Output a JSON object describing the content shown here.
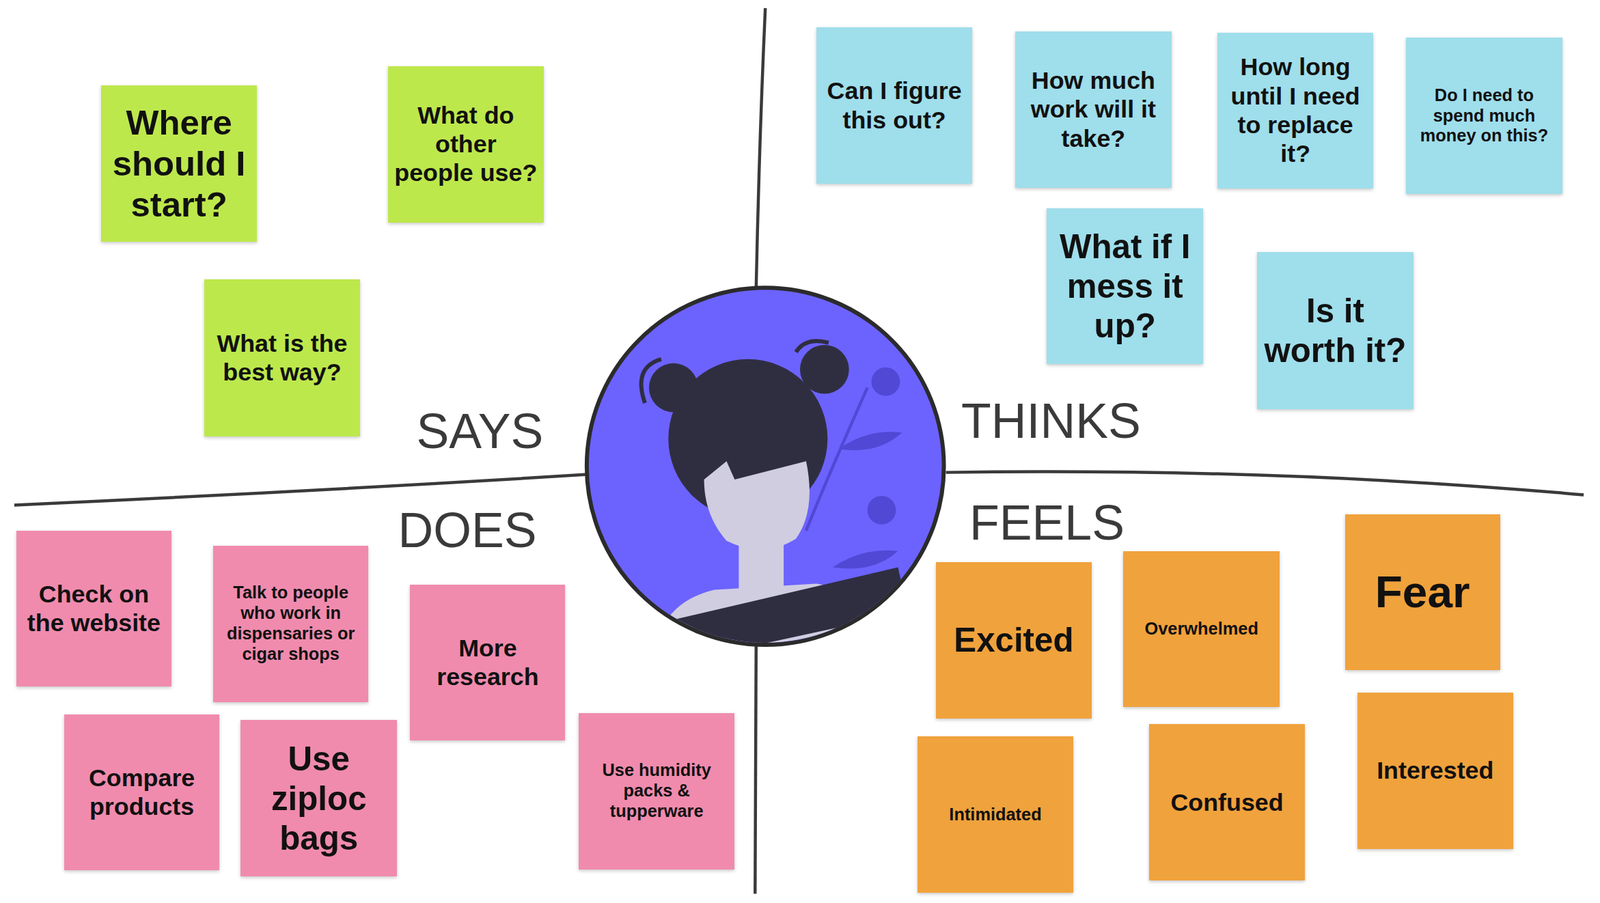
{
  "diagram": {
    "nodes": [
      {
        "text": [
          "Where should I start?"
        ]
      },
      {
        "text": [
          "What do other people use?"
        ]
      },
      {
        "text": [
          "What is the best way?"
        ]
      },
      {
        "text": [
          "Can I figure this out?"
        ]
      },
      {
        "text": [
          "How much work will it take?"
        ]
      },
      {
        "text": [
          "How long until I need to replace it?"
        ]
      },
      {
        "text": [
          "Do I need to spend much money on this?"
        ]
      },
      {
        "text": [
          "What if I mess it up?"
        ]
      },
      {
        "text": [
          "Is it worth it?"
        ]
      },
      {
        "text": [
          "Check on the website"
        ]
      },
      {
        "text": [
          "Talk to people who work in dispensaries or cigar shops"
        ]
      },
      {
        "text": [
          "More research"
        ]
      },
      {
        "text": [
          "Compare products"
        ]
      },
      {
        "text": [
          "Use ziploc bags"
        ]
      },
      {
        "text": [
          "Use humidity packs & tupperware"
        ]
      },
      {
        "text": [
          "Excited"
        ]
      },
      {
        "text": [
          "Overwhelmed"
        ]
      },
      {
        "text": [
          "Fear"
        ]
      },
      {
        "text": [
          "Intimidated"
        ]
      },
      {
        "text": [
          "Confused"
        ]
      },
      {
        "text": [
          "Interested"
        ]
      }
    ],
    "labels": [
      "SAYS",
      "THINKS",
      "DOES",
      "FEELS"
    ]
  }
}
